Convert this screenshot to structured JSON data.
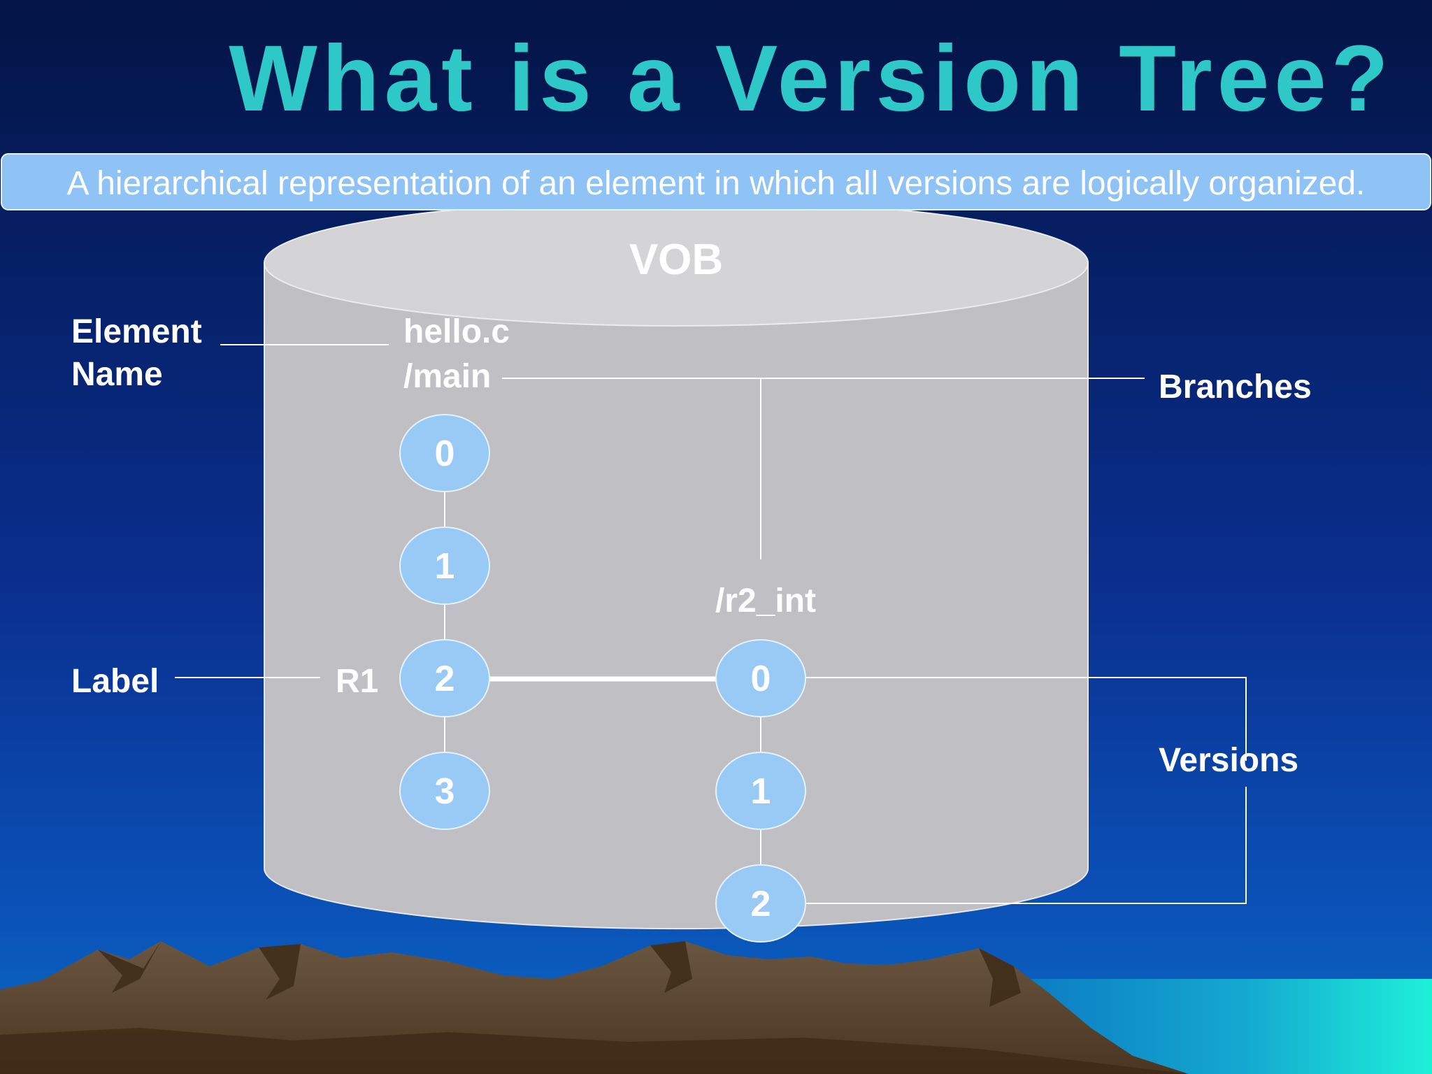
{
  "slide": {
    "title": "What is a Version Tree?",
    "definition": "A hierarchical representation of an element in which all versions are logically organized."
  },
  "vob": {
    "label": "VOB"
  },
  "element": {
    "file_name": "hello.c"
  },
  "callouts": {
    "element_name_line1": "Element",
    "element_name_line2": "Name",
    "branches": "Branches",
    "label": "Label",
    "versions": "Versions"
  },
  "main_branch": {
    "name": "/main",
    "versions": [
      "0",
      "1",
      "2",
      "3"
    ],
    "label_text": "R1"
  },
  "sub_branch": {
    "name": "/r2_int",
    "versions": [
      "0",
      "1",
      "2"
    ]
  },
  "colors": {
    "sky_top": "#031445",
    "sky_bottom": "#0a52b8",
    "title": "#2ec8c8",
    "definition_box": "#8fc3f5",
    "cylinder": "#c0bfc3",
    "cylinder_top": "#d4d4d7",
    "node_fill": "#99caf6",
    "mountain": "#5c4632",
    "sea": "#1ee8d8"
  }
}
